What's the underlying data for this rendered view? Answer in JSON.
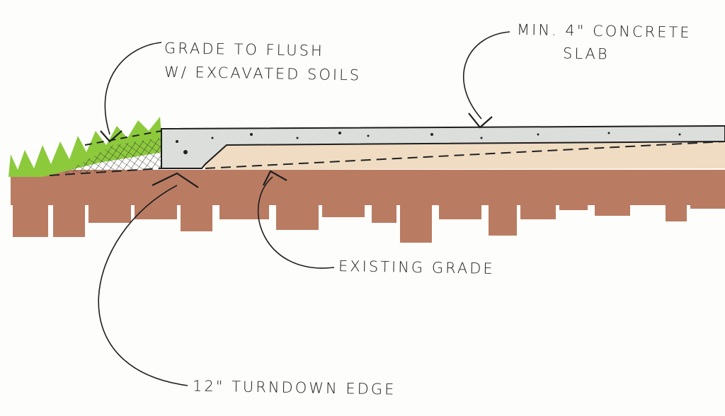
{
  "labels": {
    "grade_line1": "Grade To Flush",
    "grade_line2": "w/ Excavated Soils",
    "slab_line1": "Min. 4\" Concrete",
    "slab_line2": "Slab",
    "existing_grade": "Existing Grade",
    "turndown": "12\" Turndown Edge"
  },
  "colors": {
    "soil": "#b97c62",
    "slab": "#dcdedb",
    "base": "#efdcc2",
    "grass": "#8cca3c",
    "ink": "#1e1e1e"
  }
}
